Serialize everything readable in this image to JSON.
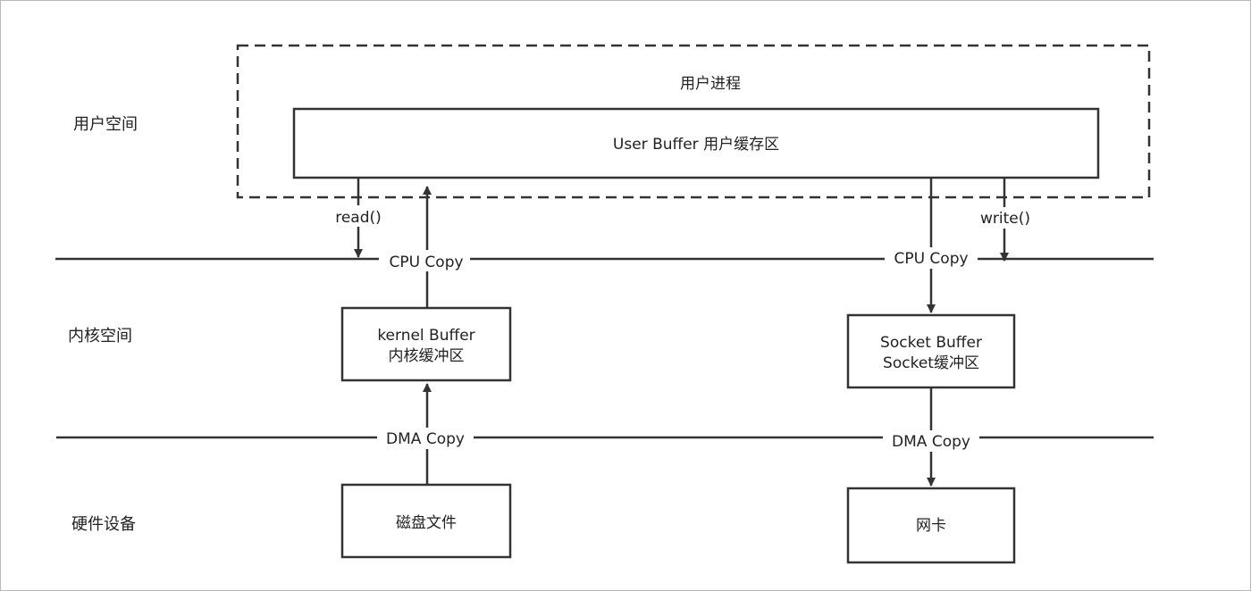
{
  "layers": {
    "user_space": "用户空间",
    "kernel_space": "内核空间",
    "hardware": "硬件设备"
  },
  "user_process": {
    "title": "用户进程",
    "user_buffer": "User Buffer 用户缓存区"
  },
  "kernel_buffer": {
    "line1": "kernel Buffer",
    "line2": "内核缓冲区"
  },
  "socket_buffer": {
    "line1": "Socket Buffer",
    "line2": "Socket缓冲区"
  },
  "disk_file": "磁盘文件",
  "nic": "网卡",
  "calls": {
    "read": "read()",
    "write": "write()"
  },
  "copies": {
    "cpu_left": "CPU Copy",
    "cpu_right": "CPU Copy",
    "dma_left": "DMA Copy",
    "dma_right": "DMA Copy"
  },
  "colors": {
    "stroke": "#333333",
    "text": "#222222",
    "frame": "#b8b8b8"
  }
}
